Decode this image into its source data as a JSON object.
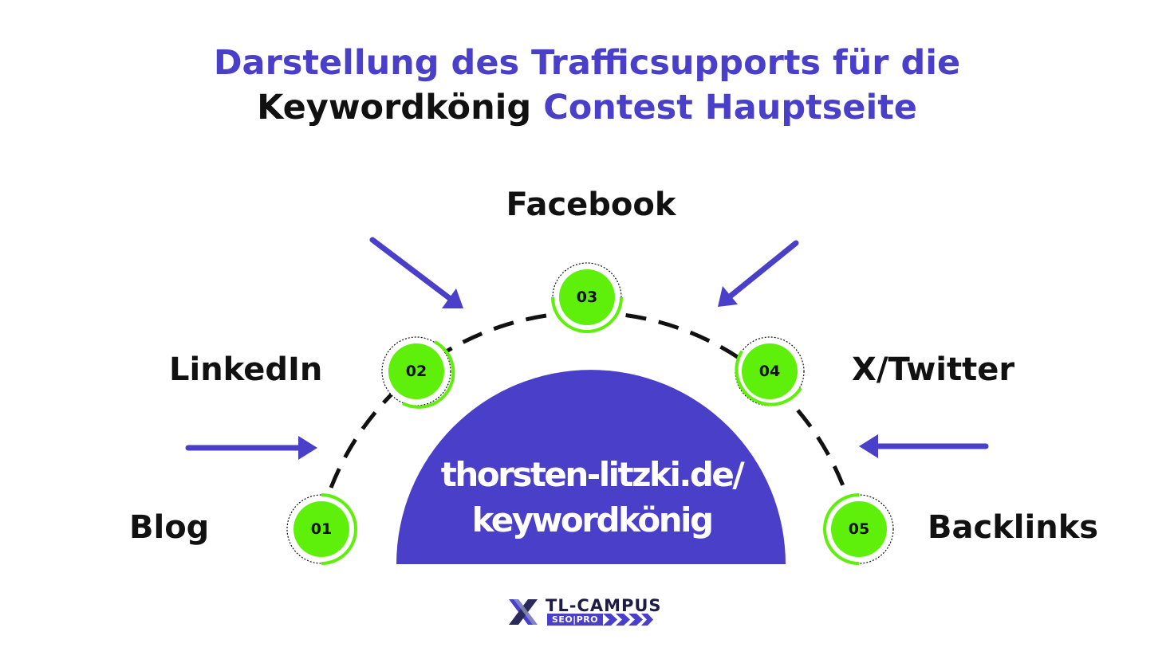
{
  "title": {
    "line1": "Darstellung des Trafficsupports für die",
    "line2_black": "Keywordkönig",
    "line2_accent": "Contest Hauptseite"
  },
  "center": {
    "line1": "thorsten-litzki.de/",
    "line2": "keywordkönig"
  },
  "nodes": [
    {
      "number": "01",
      "label": "Blog"
    },
    {
      "number": "02",
      "label": "LinkedIn"
    },
    {
      "number": "03",
      "label": "Facebook"
    },
    {
      "number": "04",
      "label": "X/Twitter"
    },
    {
      "number": "05",
      "label": "Backlinks"
    }
  ],
  "logo": {
    "name": "TL-CAMPUS",
    "sub": "SEO|PRO"
  },
  "colors": {
    "accent": "#4a3fc9",
    "node_green": "#5ef00a",
    "text": "#111111"
  }
}
